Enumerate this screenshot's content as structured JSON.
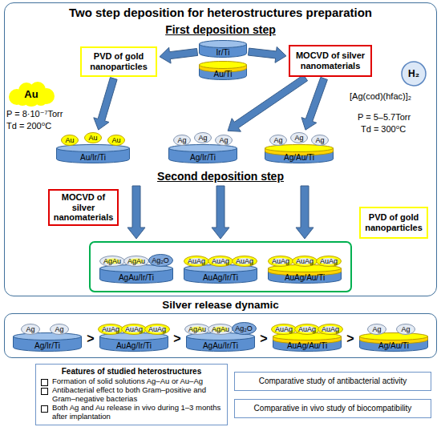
{
  "diagram": {
    "nodes": [
      {
        "text": [
          "Two step deposition for heterostructures preparation"
        ]
      },
      {
        "text": [
          "PVD of gold nanoparticles"
        ],
        "in": 0
      },
      {
        "text": [
          "Ir/Ti"
        ],
        "in": 0
      },
      {
        "text": [
          "Au/Ti"
        ],
        "in": 0
      },
      {
        "text": [
          "MOCVD of silver nanomaterials"
        ],
        "in": 0
      },
      {
        "text": [
          "Au"
        ],
        "in": 0
      },
      {
        "text": [
          "H₂"
        ],
        "in": 0
      },
      {
        "text": [
          "Au/Ir/Ti"
        ],
        "in": 0
      },
      {
        "text": [
          "Au"
        ],
        "in": 0
      },
      {
        "text": [
          "Au"
        ],
        "in": 0
      },
      {
        "text": [
          "Au"
        ],
        "in": 0
      },
      {
        "text": [
          "Ag/Ir/Ti"
        ],
        "in": 0
      },
      {
        "text": [
          "Ag"
        ],
        "in": 0
      },
      {
        "text": [
          "Ag"
        ],
        "in": 0
      },
      {
        "text": [
          "Ag"
        ],
        "in": 0
      },
      {
        "text": [
          "Ag/Au/Ti"
        ],
        "in": 0
      },
      {
        "text": [
          "Ag"
        ],
        "in": 0
      },
      {
        "text": [
          "Ag"
        ],
        "in": 0
      },
      {
        "text": [
          "Ag"
        ],
        "in": 0
      },
      {
        "text": [
          "MOCVD of silver nanomaterials"
        ],
        "in": 0
      },
      {
        "text": [
          "PVD of gold nanoparticles"
        ],
        "in": 0
      },
      {
        "text": [
          "AgAu/Ir/Ti"
        ],
        "in": 0
      },
      {
        "text": [
          "AgAu"
        ],
        "in": 0
      },
      {
        "text": [
          "AgAu"
        ],
        "in": 0
      },
      {
        "text": [
          "Ag₂O"
        ],
        "in": 0
      },
      {
        "text": [
          "AuAg/Ir/Ti"
        ],
        "in": 0
      },
      {
        "text": [
          "AuAg"
        ],
        "in": 0
      },
      {
        "text": [
          "AuAg"
        ],
        "in": 0
      },
      {
        "text": [
          "AuAg"
        ],
        "in": 0
      },
      {
        "text": [
          "AuAg/Au/Ti"
        ],
        "in": 0
      },
      {
        "text": [
          "AuAg"
        ],
        "in": 0
      },
      {
        "text": [
          "AuAg"
        ],
        "in": 0
      },
      {
        "text": [
          "AuAg"
        ],
        "in": 0
      },
      {
        "text": [
          "Silver release dynamic"
        ]
      },
      {
        "text": [
          "Ag/Ir/Ti"
        ],
        "in": 33
      },
      {
        "text": [
          "Ag"
        ],
        "in": 33
      },
      {
        "text": [
          "Ag"
        ],
        "in": 33
      },
      {
        "text": [
          "AuAg/Ir/Ti"
        ],
        "in": 33
      },
      {
        "text": [
          "AuAg"
        ],
        "in": 33
      },
      {
        "text": [
          "AuAg"
        ],
        "in": 33
      },
      {
        "text": [
          "AuAg"
        ],
        "in": 33
      },
      {
        "text": [
          "AgAu/Ir/Ti"
        ],
        "in": 33
      },
      {
        "text": [
          "AgAu"
        ],
        "in": 33
      },
      {
        "text": [
          "AgAu"
        ],
        "in": 33
      },
      {
        "text": [
          "Ag₂O"
        ],
        "in": 33
      },
      {
        "text": [
          "AuAg/Au/Ti"
        ],
        "in": 33
      },
      {
        "text": [
          "AuAg"
        ],
        "in": 33
      },
      {
        "text": [
          "AuAg"
        ],
        "in": 33
      },
      {
        "text": [
          "AuAg"
        ],
        "in": 33
      },
      {
        "text": [
          "Ag/Au/Ti"
        ],
        "in": 33
      },
      {
        "text": [
          "Ag"
        ],
        "in": 33
      },
      {
        "text": [
          "Ag"
        ],
        "in": 33
      },
      {
        "text": [
          "Features of studied heterostructures",
          "Formation of solid solutions Ag–Au or Au–Ag",
          "Antibacterial effect to both Gram–positive and Gram–negative bacterias",
          "Both Ag and Au release in vivo during 1–3 months after implantation"
        ]
      },
      {
        "text": [
          "Comparative study of antibacterial activity"
        ]
      },
      {
        "text": [
          "Comparative in vivo study of biocompatibility"
        ]
      }
    ],
    "edges": [
      {
        "from": 2,
        "to": 1,
        "arrow": "to"
      },
      {
        "from": 2,
        "to": 4,
        "arrow": "to"
      },
      {
        "from": 1,
        "to": 7,
        "arrow": "to"
      },
      {
        "from": 4,
        "to": 11,
        "arrow": "to"
      },
      {
        "from": 4,
        "to": 15,
        "arrow": "to"
      }
    ],
    "labels": [
      "First deposition step",
      "P = 8·10⁻⁷Torr",
      "Td = 200⁰C",
      "[Ag(cod)(hfac)]₂",
      "P = 5–5.7Torr",
      "Td = 300⁰C",
      "Second deposition step",
      ">",
      ">",
      ">",
      ">"
    ]
  }
}
